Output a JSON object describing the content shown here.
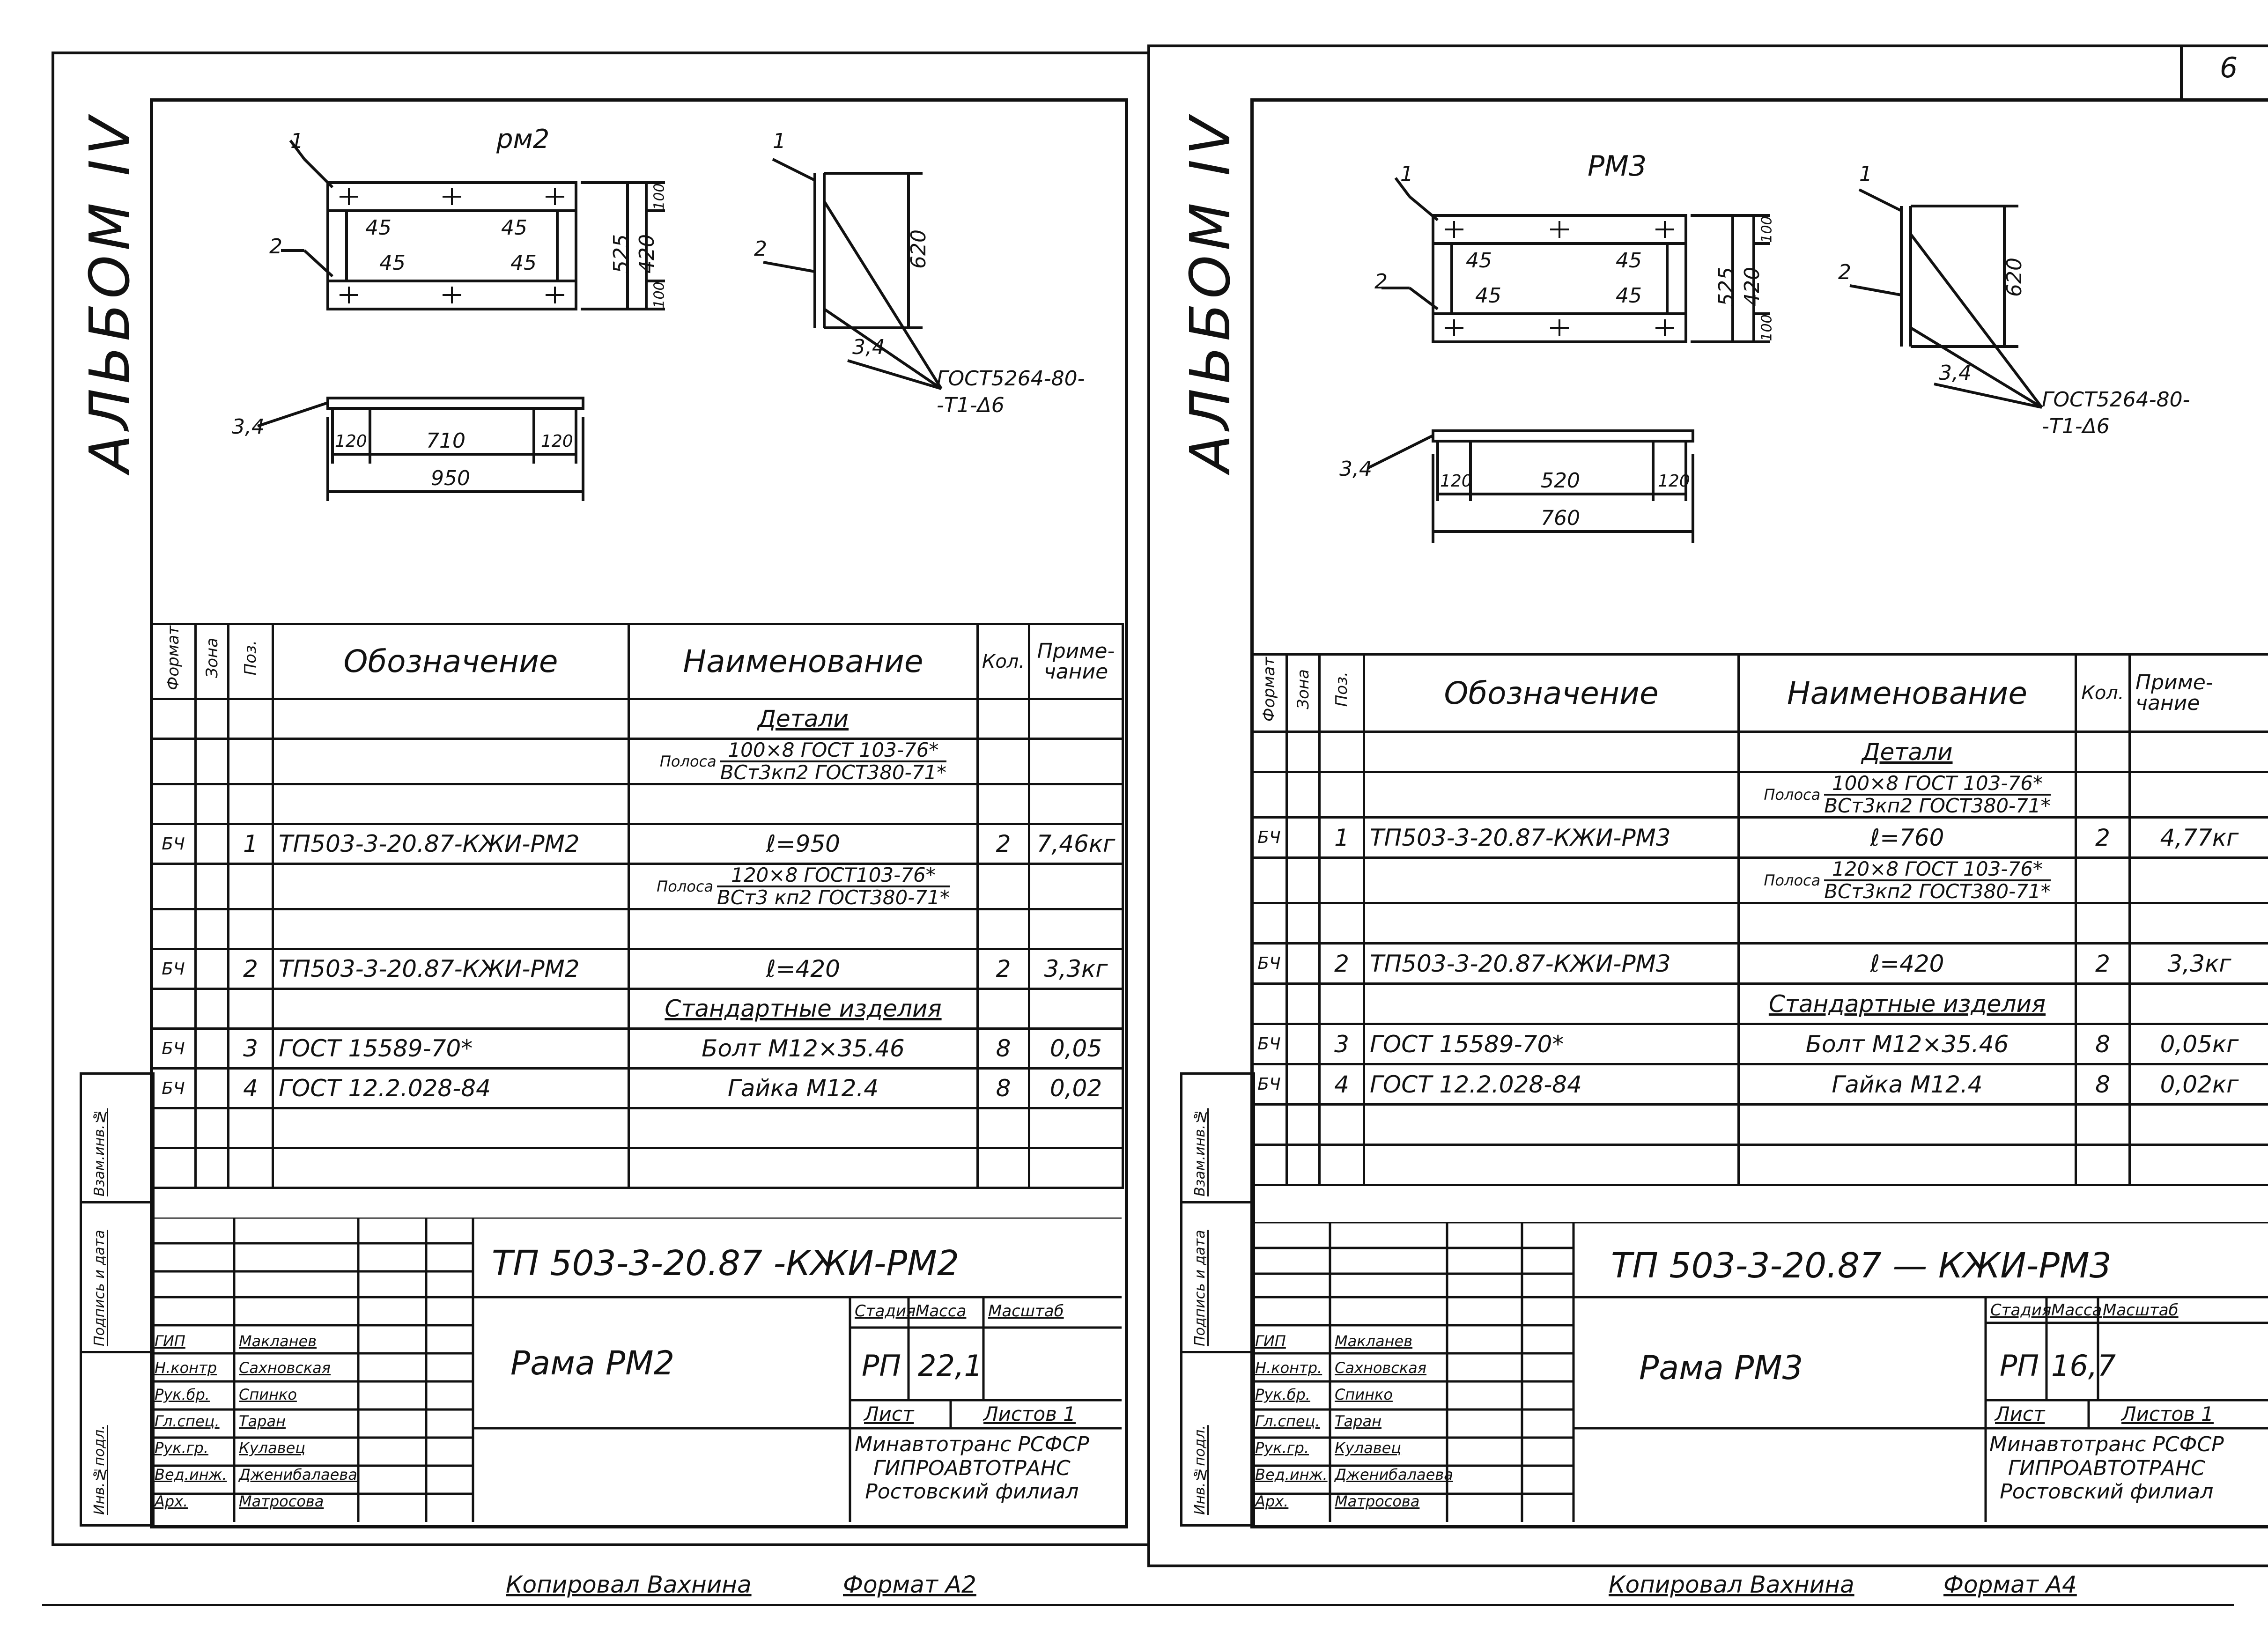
{
  "left": {
    "album": "АЛЬБОМ IV",
    "side_labels": [
      "Взам.инв.№",
      "Подпись и дата",
      "Инв.№подл."
    ],
    "drawing": {
      "title": "рм2",
      "callouts": [
        "1",
        "2",
        "3,4"
      ],
      "dims_plan": [
        "45",
        "45",
        "45",
        "45",
        "525",
        "420",
        "100",
        "100"
      ],
      "dims_side": [
        "620"
      ],
      "dims_bottom": [
        "120",
        "710",
        "120",
        "950"
      ],
      "weld_note": "ГОСТ5264-80-\n-Т1-Δ6"
    },
    "table": {
      "headers": [
        "Формат",
        "Зона",
        "Поз.",
        "Обозначение",
        "Наименование",
        "Кол.",
        "Приме-\nчание"
      ],
      "rows": [
        {
          "fmt": "",
          "pos": "",
          "des": "",
          "name": "Детали",
          "name_style": "u",
          "qty": "",
          "note": ""
        },
        {
          "fmt": "",
          "pos": "",
          "des": "",
          "frac": {
            "pre": "Полоса",
            "top": "100×8 ГОСТ 103-76*",
            "bot": "ВСт3кп2 ГОСТ380-71*"
          },
          "qty": "",
          "note": ""
        },
        {
          "fmt": "",
          "pos": "",
          "des": "",
          "name": "",
          "qty": "",
          "note": ""
        },
        {
          "fmt": "БЧ",
          "pos": "1",
          "des": "ТП503-3-20.87-КЖИ-РМ2",
          "name": "ℓ=950",
          "qty": "2",
          "note": "7,46кг"
        },
        {
          "fmt": "",
          "pos": "",
          "des": "",
          "frac": {
            "pre": "Полоса",
            "top": "120×8 ГОСТ103-76*",
            "bot": "ВСт3 кп2 ГОСТ380-71*"
          },
          "qty": "",
          "note": ""
        },
        {
          "fmt": "",
          "pos": "",
          "des": "",
          "name": "",
          "qty": "",
          "note": ""
        },
        {
          "fmt": "БЧ",
          "pos": "2",
          "des": "ТП503-3-20.87-КЖИ-РМ2",
          "name": "ℓ=420",
          "qty": "2",
          "note": "3,3кг"
        },
        {
          "fmt": "",
          "pos": "",
          "des": "",
          "name": "Стандартные изделия",
          "name_style": "u",
          "qty": "",
          "note": ""
        },
        {
          "fmt": "БЧ",
          "pos": "3",
          "des": "ГОСТ 15589-70*",
          "name": "Болт М12×35.46",
          "qty": "8",
          "note": "0,05"
        },
        {
          "fmt": "БЧ",
          "pos": "4",
          "des": "ГОСТ 12.2.028-84",
          "name": "Гайка М12.4",
          "qty": "8",
          "note": "0,02"
        },
        {
          "fmt": "",
          "pos": "",
          "des": "",
          "name": "",
          "qty": "",
          "note": ""
        },
        {
          "fmt": "",
          "pos": "",
          "des": "",
          "name": "",
          "qty": "",
          "note": ""
        }
      ]
    },
    "title_block": {
      "code": "ТП 503-3-20.87 -КЖИ-РМ2",
      "title": "Рама РМ2",
      "hdr_stage": "Стадия",
      "hdr_mass": "Масса",
      "hdr_scale": "Масштаб",
      "stage": "РП",
      "mass": "22,1",
      "sheet": "Лист",
      "sheets": "Листов 1",
      "org": "Минавтотранс РСФСР\nГИПРОАВТОТРАНС\nРостовский филиал",
      "staff": [
        {
          "role": "ГИП",
          "name": "Макланев"
        },
        {
          "role": "Н.контр",
          "name": "Сахновская"
        },
        {
          "role": "Рук.бр.",
          "name": "Спинко"
        },
        {
          "role": "Гл.спец.",
          "name": "Таран"
        },
        {
          "role": "Рук.гр.",
          "name": "Кулавец"
        },
        {
          "role": "Вед.инж.",
          "name": "Дженибалаева"
        },
        {
          "role": "Арх.",
          "name": "Матросова"
        }
      ]
    },
    "footer_copied": "Копировал Вахнина",
    "footer_format": "Формат А2"
  },
  "right": {
    "album": "АЛЬБОМ IV",
    "page_number": "6",
    "side_labels": [
      "Взам.инв.№",
      "Подпись и дата",
      "Инв.№подл."
    ],
    "drawing": {
      "title": "РМ3",
      "callouts": [
        "1",
        "2",
        "3,4"
      ],
      "dims_plan": [
        "45",
        "45",
        "45",
        "45",
        "525",
        "420",
        "100",
        "100"
      ],
      "dims_side": [
        "620"
      ],
      "dims_bottom": [
        "120",
        "520",
        "120",
        "760"
      ],
      "weld_note": "ГОСТ5264-80-\n-Т1-Δ6"
    },
    "table": {
      "headers": [
        "Формат",
        "Зона",
        "Поз.",
        "Обозначение",
        "Наименование",
        "Кол.",
        "Приме-\nчание"
      ],
      "rows": [
        {
          "fmt": "",
          "pos": "",
          "des": "",
          "name": "Детали",
          "name_style": "u",
          "qty": "",
          "note": ""
        },
        {
          "fmt": "",
          "pos": "",
          "des": "",
          "frac": {
            "pre": "Полоса",
            "top": "100×8 ГОСТ 103-76*",
            "bot": "ВСт3кп2 ГОСТ380-71*"
          },
          "qty": "",
          "note": ""
        },
        {
          "fmt": "БЧ",
          "pos": "1",
          "des": "ТП503-3-20.87-КЖИ-РМ3",
          "name": "ℓ=760",
          "qty": "2",
          "note": "4,77кг"
        },
        {
          "fmt": "",
          "pos": "",
          "des": "",
          "frac": {
            "pre": "Полоса",
            "top": "120×8 ГОСТ 103-76*",
            "bot": "ВСт3кп2 ГОСТ380-71*"
          },
          "qty": "",
          "note": ""
        },
        {
          "fmt": "",
          "pos": "",
          "des": "",
          "name": "",
          "qty": "",
          "note": ""
        },
        {
          "fmt": "БЧ",
          "pos": "2",
          "des": "ТП503-3-20.87-КЖИ-РМ3",
          "name": "ℓ=420",
          "qty": "2",
          "note": "3,3кг"
        },
        {
          "fmt": "",
          "pos": "",
          "des": "",
          "name": "Стандартные изделия",
          "name_style": "u",
          "qty": "",
          "note": ""
        },
        {
          "fmt": "БЧ",
          "pos": "3",
          "des": "ГОСТ 15589-70*",
          "name": "Болт М12×35.46",
          "qty": "8",
          "note": "0,05кг"
        },
        {
          "fmt": "БЧ",
          "pos": "4",
          "des": "ГОСТ 12.2.028-84",
          "name": "Гайка М12.4",
          "qty": "8",
          "note": "0,02кг"
        },
        {
          "fmt": "",
          "pos": "",
          "des": "",
          "name": "",
          "qty": "",
          "note": ""
        },
        {
          "fmt": "",
          "pos": "",
          "des": "",
          "name": "",
          "qty": "",
          "note": ""
        }
      ]
    },
    "title_block": {
      "code": "ТП 503-3-20.87 — КЖИ-РМ3",
      "title": "Рама РМ3",
      "hdr_stage": "Стадия",
      "hdr_mass": "Масса",
      "hdr_scale": "Масштаб",
      "stage": "РП",
      "mass": "16,7",
      "sheet": "Лист",
      "sheets": "Листов 1",
      "org": "Минавтотранс РСФСР\nГИПРОАВТОТРАНС\nРостовский филиал",
      "staff": [
        {
          "role": "ГИП",
          "name": "Макланев"
        },
        {
          "role": "Н.контр.",
          "name": "Сахновская"
        },
        {
          "role": "Рук.бр.",
          "name": "Спинко"
        },
        {
          "role": "Гл.спец.",
          "name": "Таран"
        },
        {
          "role": "Рук.гр.",
          "name": "Кулавец"
        },
        {
          "role": "Вед.инж.",
          "name": "Дженибалаева"
        },
        {
          "role": "Арх.",
          "name": "Матросова"
        }
      ]
    },
    "footer_copied": "Копировал Вахнина",
    "footer_format": "Формат А4"
  }
}
